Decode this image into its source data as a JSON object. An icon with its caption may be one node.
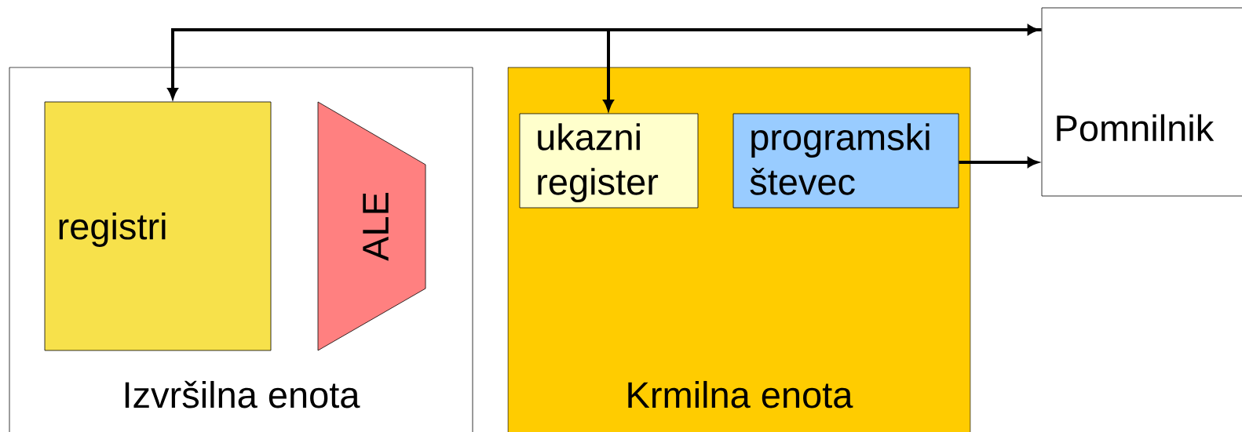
{
  "diagram": {
    "nodes": [
      {
        "text": [
          "Izvršilna enota"
        ]
      },
      {
        "text": [
          "registri"
        ],
        "in": 0
      },
      {
        "text": [
          "ALE"
        ],
        "in": 0
      },
      {
        "text": [
          "Krmilna enota"
        ]
      },
      {
        "text": [
          "ukazni register"
        ],
        "in": 3
      },
      {
        "text": [
          "programski števec"
        ],
        "in": 3
      },
      {
        "text": [
          "Pomnilnik"
        ]
      }
    ],
    "edges": [
      {
        "from": 1,
        "to": 6,
        "arrow": "both"
      },
      {
        "from": 6,
        "to": 4,
        "arrow": "to"
      },
      {
        "from": 5,
        "to": 6,
        "arrow": "to"
      }
    ]
  }
}
